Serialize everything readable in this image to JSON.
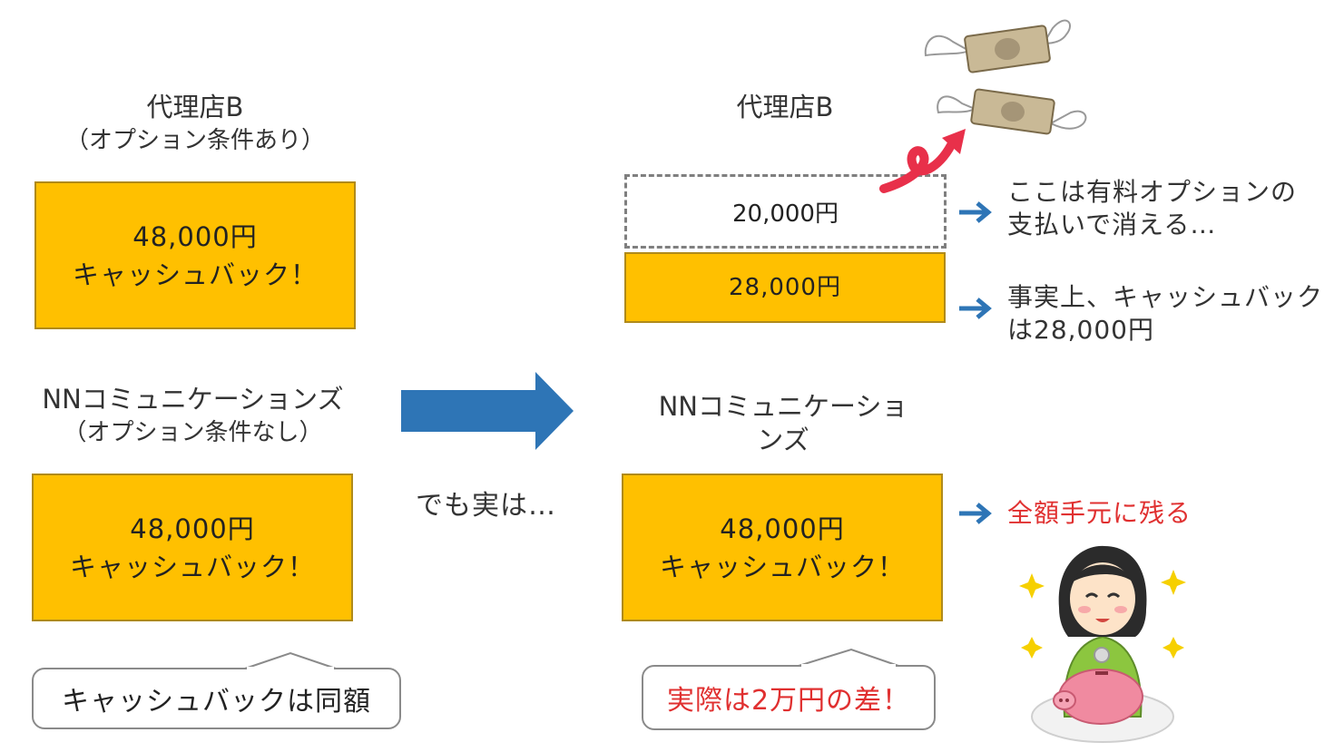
{
  "left": {
    "agency_b": {
      "name": "代理店B",
      "condition": "（オプション条件あり）",
      "box_line1": "48,000円",
      "box_line2": "キャッシュバック！"
    },
    "nn": {
      "name": "NNコミュニケーションズ",
      "condition": "（オプション条件なし）",
      "box_line1": "48,000円",
      "box_line2": "キャッシュバック！"
    },
    "callout": "キャッシュバックは同額"
  },
  "middle": {
    "caption": "でも実は…"
  },
  "right": {
    "agency_b": {
      "name": "代理店B",
      "lost_amount": "20,000円",
      "kept_amount": "28,000円",
      "lost_note_line1": "ここは有料オプションの",
      "lost_note_line2": "支払いで消える…",
      "kept_note_line1": "事実上、キャッシュバック",
      "kept_note_line2": "は28,000円"
    },
    "nn": {
      "name_line1": "NNコミュニケーショ",
      "name_line2": "ンズ",
      "box_line1": "48,000円",
      "box_line2": "キャッシュバック！",
      "note": "全額手元に残る"
    },
    "callout": "実際は2万円の差！"
  },
  "colors": {
    "box_fill": "#ffc000",
    "arrow_blue": "#2e75b6",
    "accent_red": "#e03030",
    "curl_pink": "#e8304a"
  }
}
